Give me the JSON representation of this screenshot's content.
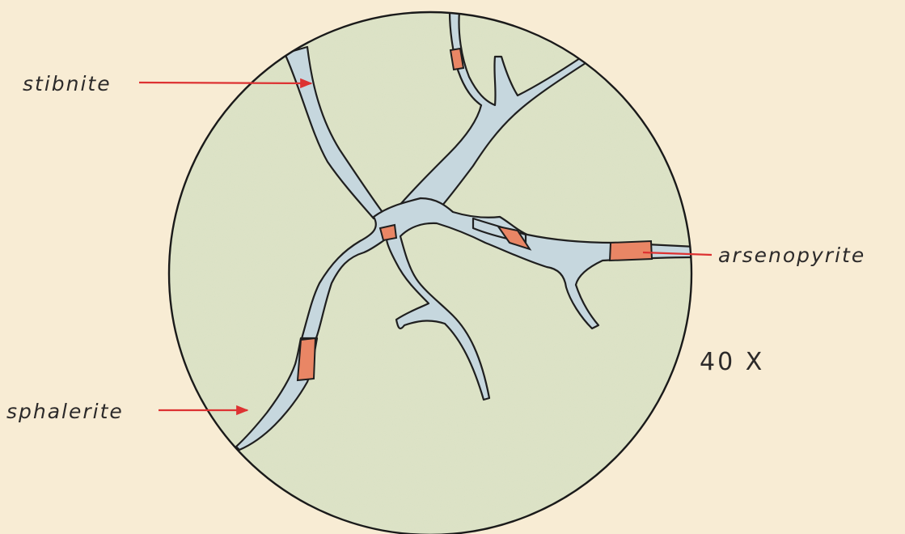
{
  "labels": {
    "stibnite": "stibnite",
    "sphalerite": "sphalerite",
    "arsenopyrite": "arsenopyrite"
  },
  "magnification": "40 X",
  "colors": {
    "paper": "#f8ecd4",
    "field": "#dfe3c7",
    "vein_stibnite": "#c6d7de",
    "grain_sphalerite": "#e98665",
    "leader_arrow": "#dd3232",
    "ink": "#2c2a2a"
  }
}
